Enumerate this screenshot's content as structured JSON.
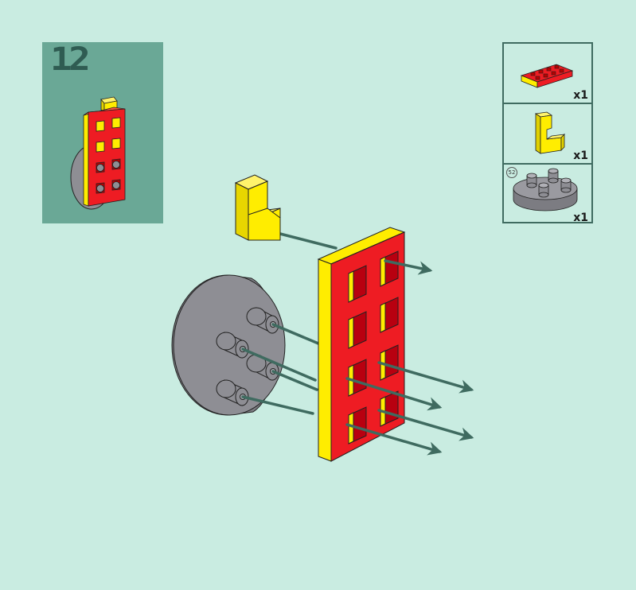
{
  "step": {
    "number": "12"
  },
  "parts": [
    {
      "name": "red-plate",
      "quantity": "x1",
      "badge": ""
    },
    {
      "name": "yellow-bracket",
      "quantity": "x1",
      "badge": ""
    },
    {
      "name": "gray-round-plate",
      "quantity": "x1",
      "badge": "52"
    }
  ],
  "colors": {
    "background": "#c9ece1",
    "panel": "#6aa896",
    "red": "#ee1c23",
    "yellow": "#ffed00",
    "gray": "#8e8e94",
    "arrow": "#3f6b60"
  }
}
